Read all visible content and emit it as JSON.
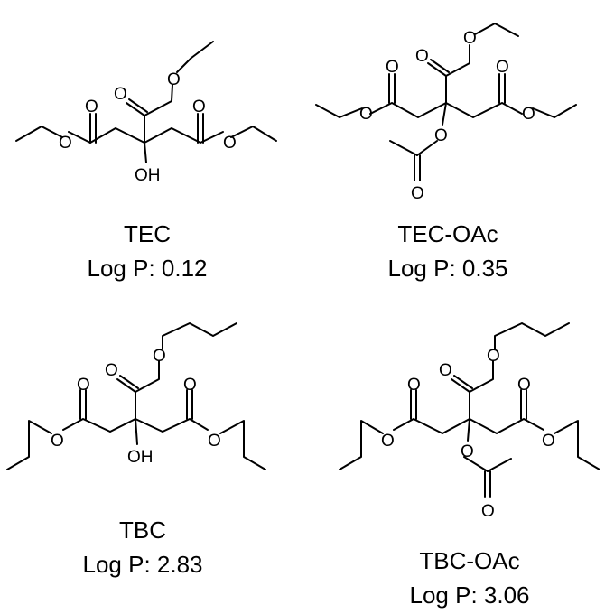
{
  "molecules": [
    {
      "name": "TEC",
      "logp": "Log P: 0.12",
      "atoms": {
        "O": "O",
        "OH": "OH"
      }
    },
    {
      "name": "TEC-OAc",
      "logp": "Log P: 0.35",
      "atoms": {
        "O": "O"
      }
    },
    {
      "name": "TBC",
      "logp": "Log P: 2.83",
      "atoms": {
        "O": "O",
        "OH": "OH"
      }
    },
    {
      "name": "TBC-OAc",
      "logp": "Log P: 3.06",
      "atoms": {
        "O": "O"
      }
    }
  ]
}
